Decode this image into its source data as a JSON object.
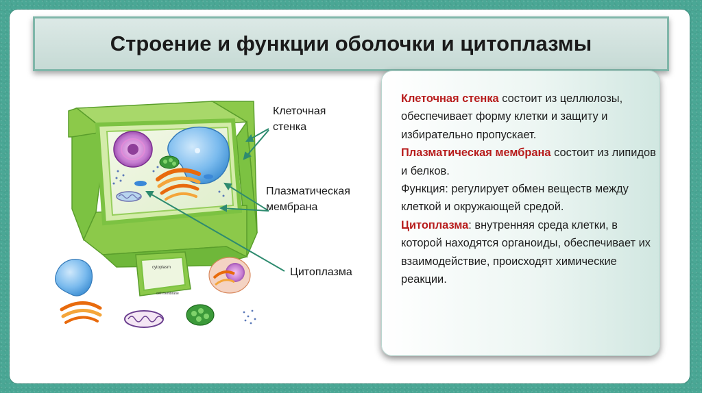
{
  "title": "Строение и функции оболочки и цитоплазмы",
  "labels": {
    "cell_wall": [
      "Клеточная",
      "стенка"
    ],
    "membrane": [
      "Плазматическая",
      "мембрана"
    ],
    "cytoplasm": "Цитоплазма"
  },
  "info": [
    {
      "term": "Клеточная стенка",
      "text": " состоит из целлюлозы, обеспечивает форму клетки и защиту и избирательно пропускает."
    },
    {
      "term": "Плазматическая мембрана",
      "text": " состоит из липидов и белков."
    },
    {
      "term": "",
      "text": "Функция: регулирует обмен веществ между клеткой и окружающей средой."
    },
    {
      "term": "Цитоплазма",
      "text": ": внутренняя среда клетки, в которой находятся органоиды, обеспечивает их взаимодействие, происходят химические реакции."
    }
  ],
  "mini_cell_labels": [
    "cytoplasm",
    "cell membrane"
  ],
  "colors": {
    "background": "#4aa795",
    "term": "#b71c1c",
    "arrow": "#2e8b6f",
    "cell_wall": "#7cc242",
    "cell_wall_light": "#c5e59a",
    "vacuole": "#5aa9e6",
    "nucleus": "#b56bc2",
    "golgi": "#f08a1c"
  }
}
